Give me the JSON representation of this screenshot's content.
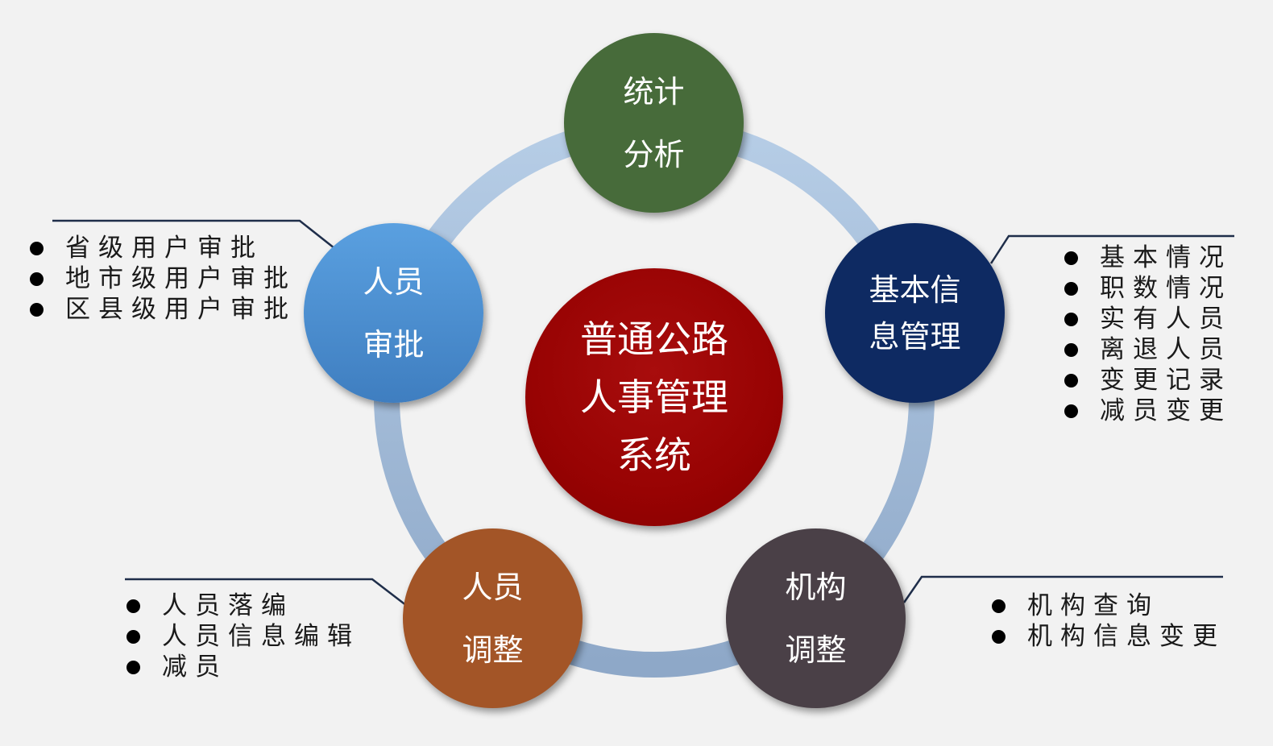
{
  "center": {
    "lines": [
      "普通公路",
      "人事管理",
      "系统"
    ],
    "color": "#990000"
  },
  "nodes": {
    "stats": {
      "lines": [
        "统计",
        "分析"
      ],
      "color": "#476b3a"
    },
    "basic": {
      "lines": [
        "基本信",
        "息管理"
      ],
      "color": "#0e2a62"
    },
    "org": {
      "lines": [
        "机构",
        "调整"
      ],
      "color": "#4a4047"
    },
    "adjust": {
      "lines": [
        "人员",
        "调整"
      ],
      "color": "#a35527"
    },
    "approve": {
      "lines": [
        "人员",
        "审批"
      ],
      "color": "#4a8fd4"
    }
  },
  "lists": {
    "approve": [
      "省级用户审批",
      "地市级用户审批",
      "区县级用户审批"
    ],
    "basic": [
      "基本情况",
      "职数情况",
      "实有人员",
      "离退人员",
      "变更记录",
      "减员变更"
    ],
    "adjust": [
      "人员落编",
      "人员信息编辑",
      "减员"
    ],
    "org": [
      "机构查询",
      "机构信息变更"
    ]
  }
}
